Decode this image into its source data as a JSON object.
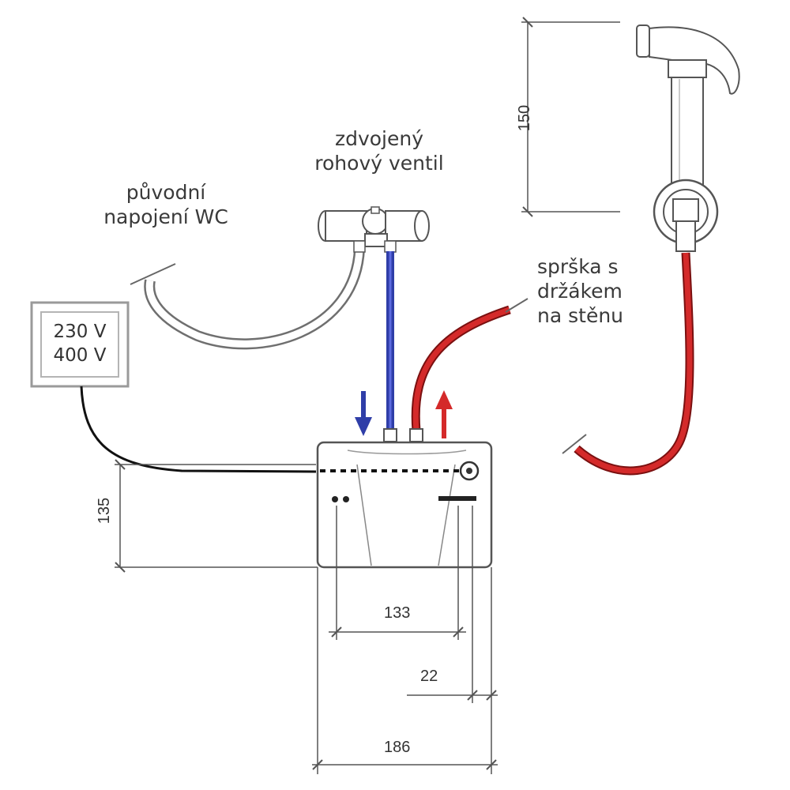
{
  "labels": {
    "puvodni_line1": "původní",
    "puvodni_line2": "napojení WC",
    "ventil_line1": "zdvojený",
    "ventil_line2": "rohový ventil",
    "sprska_line1": "sprška s",
    "sprska_line2": "držákem",
    "sprska_line3": "na stěnu"
  },
  "voltage": {
    "line1": "230 V",
    "line2": "400 V"
  },
  "dimensions": {
    "height_hose": "150",
    "height_unit": "135",
    "width_inner": "133",
    "offset": "22",
    "width_total": "186"
  },
  "colors": {
    "cold_water": "#2f3ea8",
    "hot_water": "#d42a2a",
    "outline": "#555555",
    "cable": "#111111"
  }
}
